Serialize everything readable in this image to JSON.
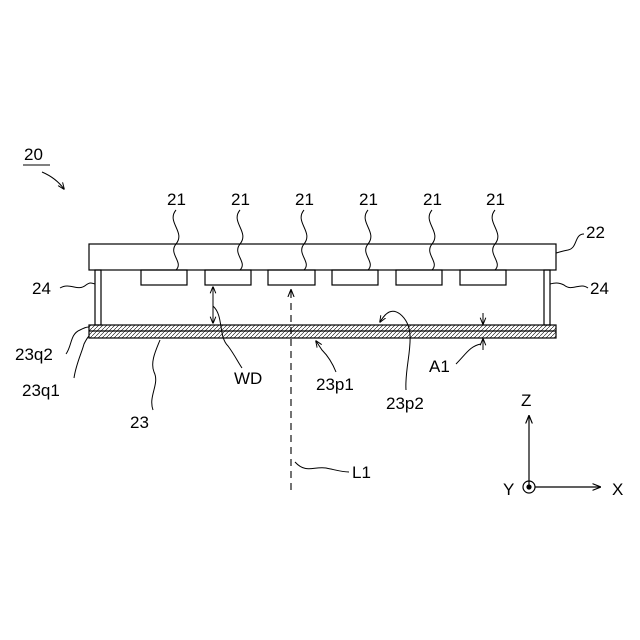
{
  "figure": {
    "ref_label": "20",
    "led_label": "21",
    "substrate_label": "22",
    "spacer_label": "24",
    "diffuser_label": "23",
    "surface_q2_label": "23q2",
    "surface_q1_label": "23q1",
    "surface_p1_label": "23p1",
    "surface_p2_label": "23p2",
    "distance_label": "WD",
    "thickness_label": "A1",
    "axis_label": "L1",
    "coords": {
      "z": "Z",
      "y": "Y",
      "x": "X"
    }
  }
}
